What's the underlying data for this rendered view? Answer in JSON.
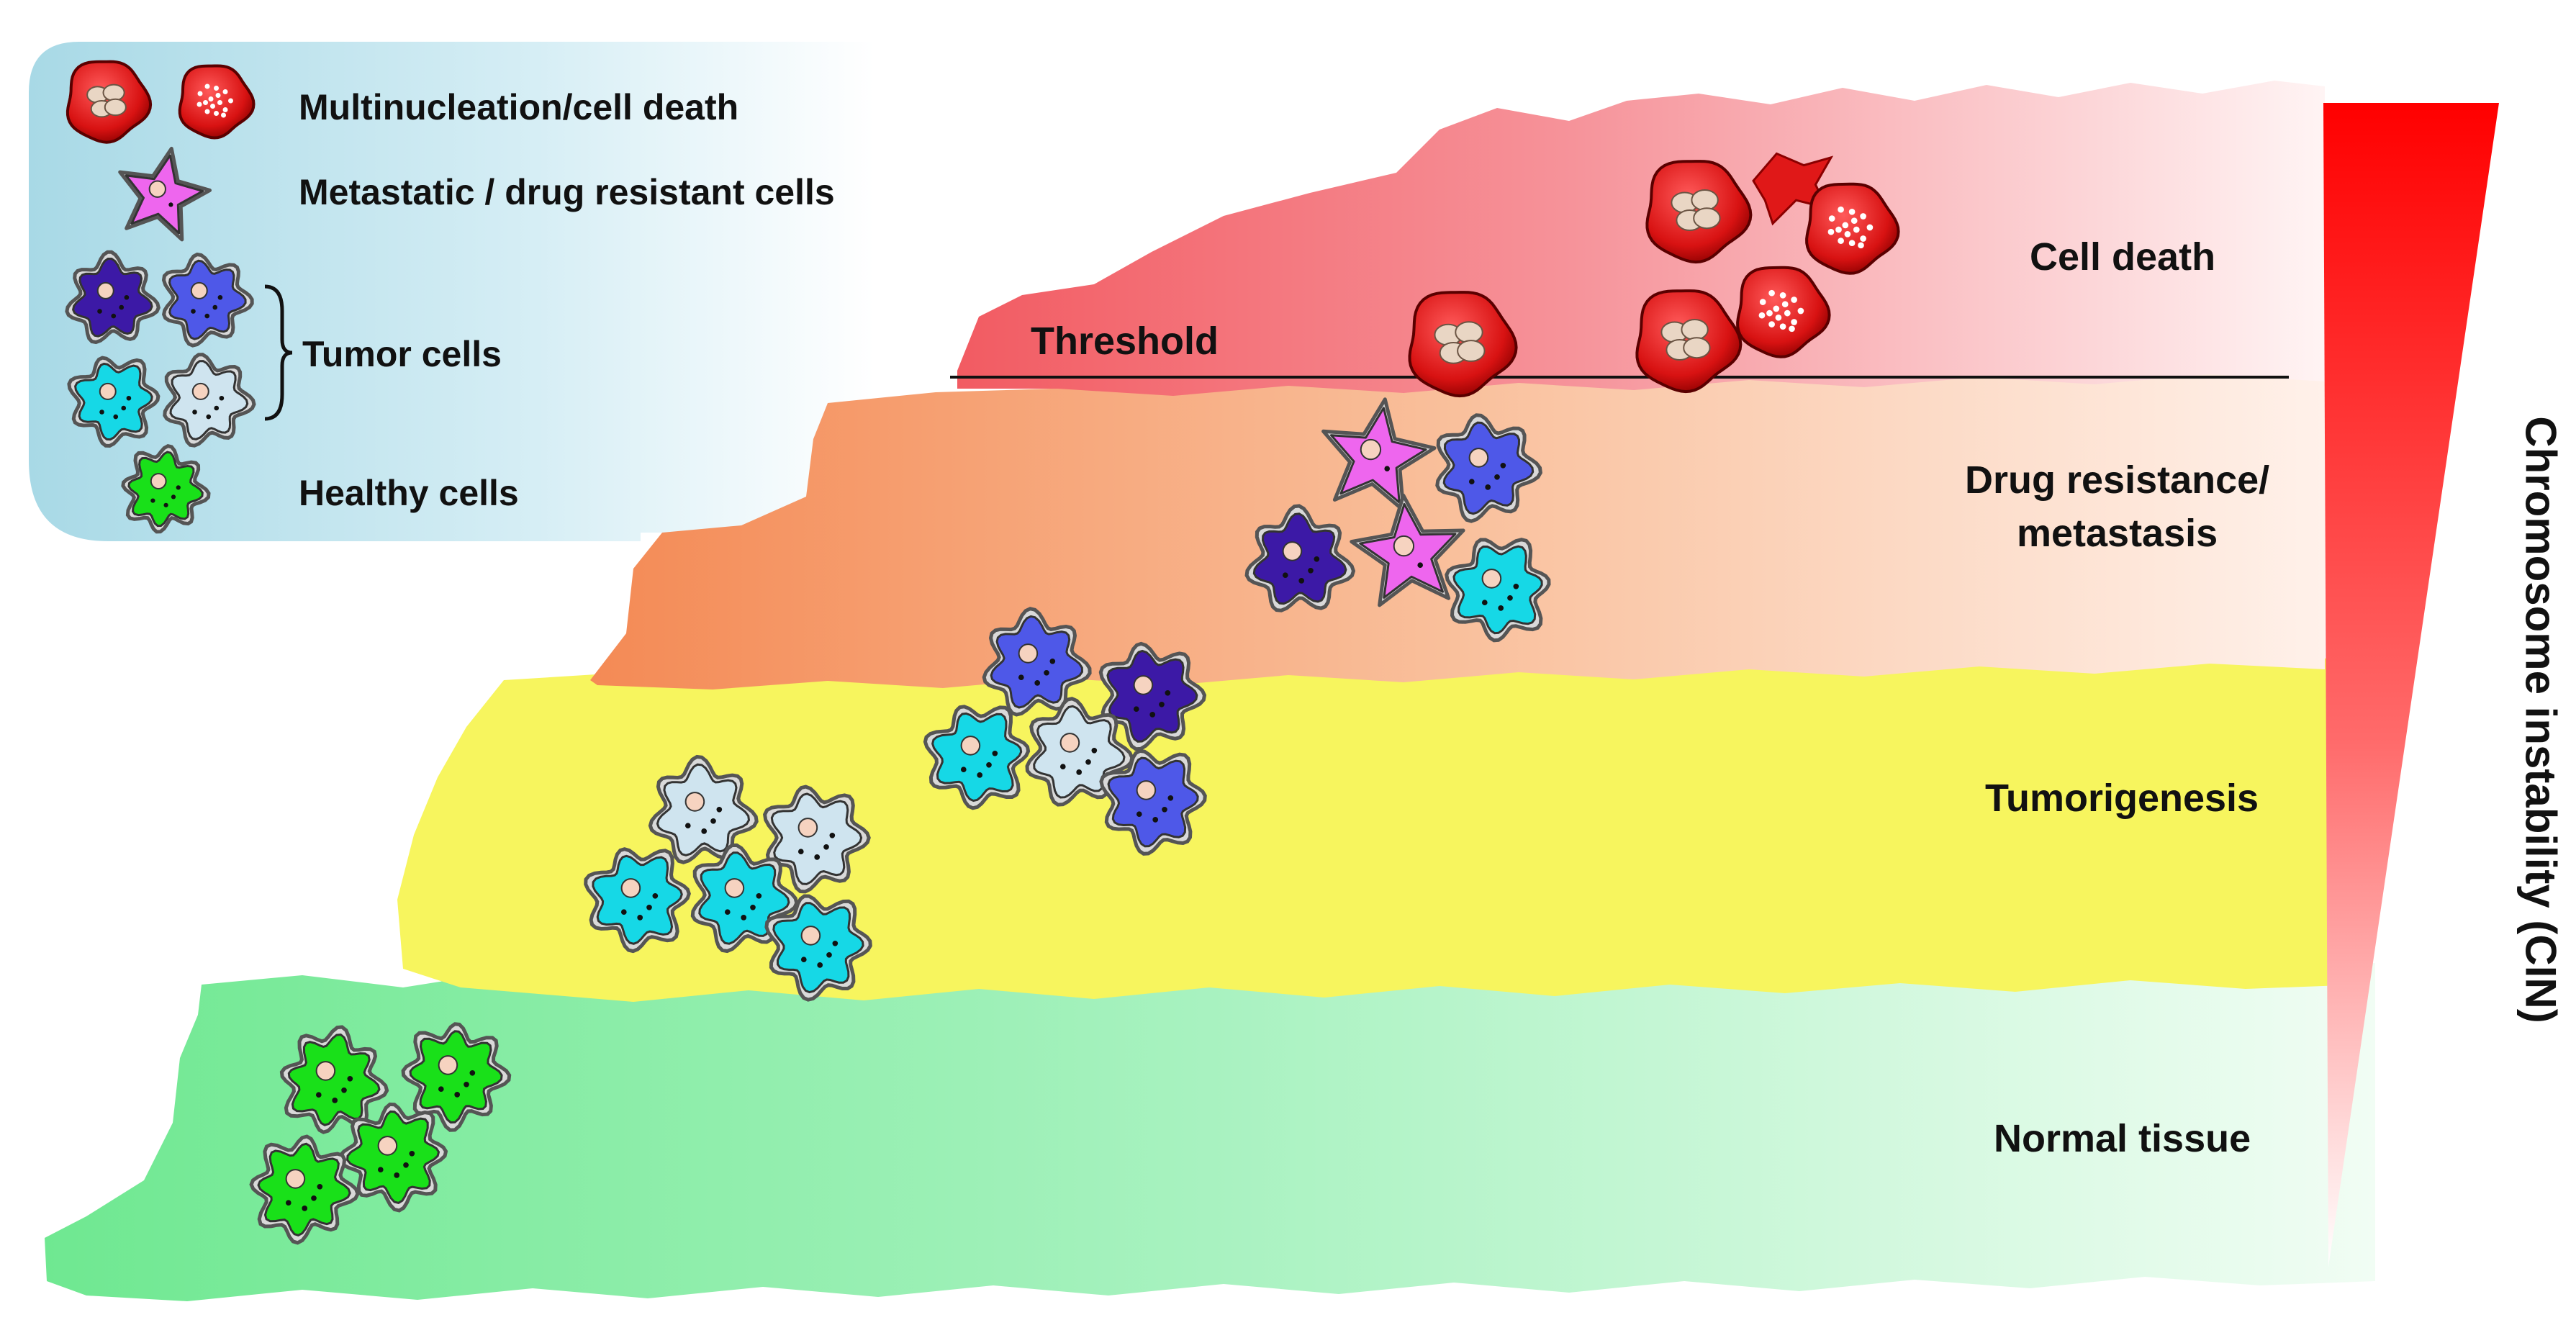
{
  "legend": {
    "multinucleation": "Multinucleation/cell death",
    "metastatic": "Metastatic / drug resistant cells",
    "tumor": "Tumor cells",
    "healthy": "Healthy cells"
  },
  "threshold": "Threshold",
  "stages": {
    "cell_death": "Cell death",
    "drug_resistance_line1": "Drug resistance/",
    "drug_resistance_line2": "metastasis",
    "tumorigenesis": "Tumorigenesis",
    "normal": "Normal tissue"
  },
  "axis_label": "Chromosome instability (CIN)",
  "colors": {
    "cell_death_band": "#f38c8e",
    "drug_resistance_band": "#f5a170",
    "tumorigenesis_band": "#f7f55e",
    "normal_band": "#7ce89a",
    "legend_panel": "#a9d9e6",
    "cin_wedge": "#ff0000",
    "healthy_cell": "#19e019",
    "metastatic_cell": "#ee66ee",
    "tumor_dark_purple": "#3c19a6",
    "tumor_blue": "#4e58e8",
    "tumor_cyan": "#16d8e6",
    "tumor_pale": "#cfe4ef",
    "dying_cell": "#e01818"
  }
}
